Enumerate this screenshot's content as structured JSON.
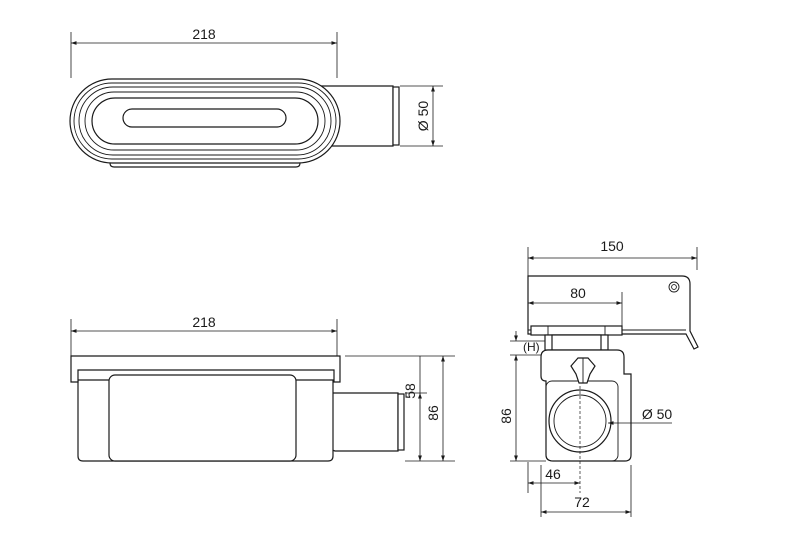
{
  "top_view": {
    "width_label": "218",
    "diameter_label": "Ø 50"
  },
  "side_view": {
    "width_label": "218",
    "height_inner_label": "58",
    "height_outer_label": "86"
  },
  "front_view": {
    "width_top_label": "150",
    "width_mid_label": "80",
    "adjust_label": "(H)",
    "height_label": "86",
    "diameter_label": "Ø 50",
    "offset_label": "46",
    "width_bottom_label": "72"
  }
}
